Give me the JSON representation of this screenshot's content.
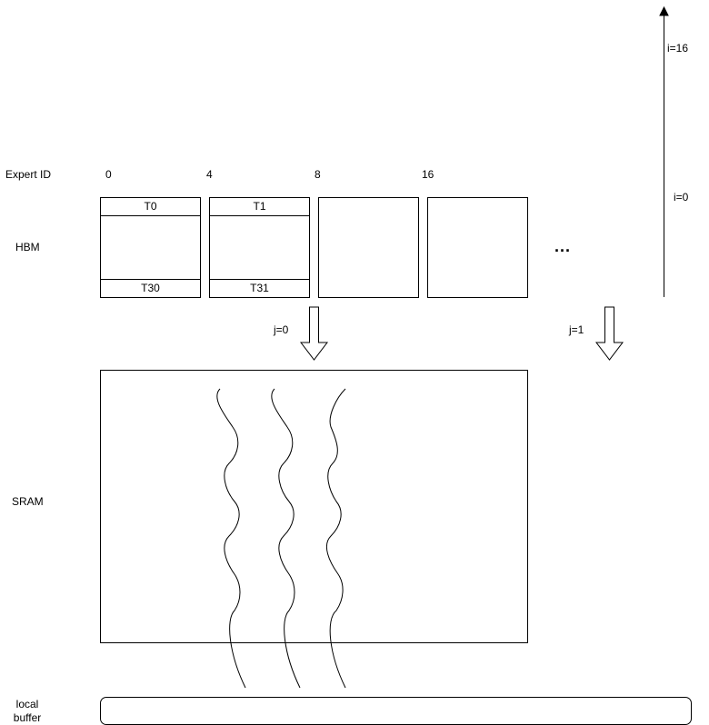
{
  "labels": {
    "expert_id": "Expert ID",
    "hbm": "HBM",
    "sram": "SRAM",
    "local_buffer": "local\nbuffer",
    "ellipsis": "..."
  },
  "expert_ids": [
    "0",
    "4",
    "8",
    "16"
  ],
  "hbm_blocks": [
    {
      "top": "T0",
      "bottom": "T30"
    },
    {
      "top": "T1",
      "bottom": "T31"
    },
    {
      "top": "",
      "bottom": ""
    },
    {
      "top": "",
      "bottom": ""
    }
  ],
  "arrows": {
    "j0": "j=0",
    "j1": "j=1",
    "i_top": "i=16",
    "i_bottom": "i=0"
  }
}
